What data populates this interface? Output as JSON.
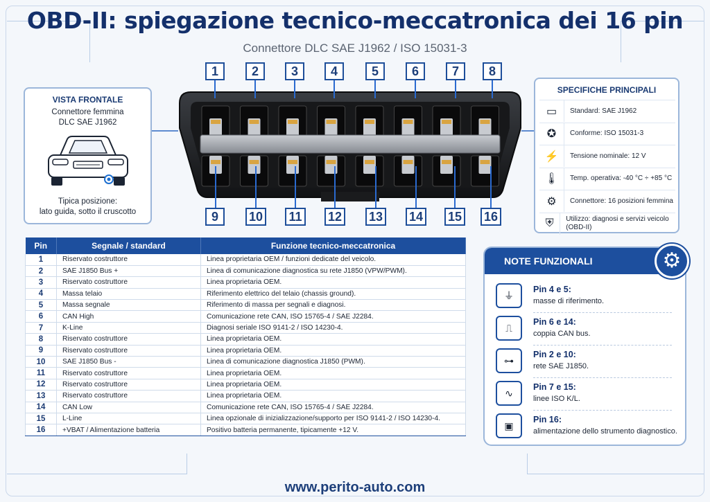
{
  "header": {
    "title": "OBD-II: spiegazione tecnico-meccatronica dei 16 pin",
    "subtitle": "Connettore DLC SAE J1962 / ISO 15031-3"
  },
  "pins_top": [
    "1",
    "2",
    "3",
    "4",
    "5",
    "6",
    "7",
    "8"
  ],
  "pins_bottom": [
    "9",
    "10",
    "11",
    "12",
    "13",
    "14",
    "15",
    "16"
  ],
  "vista": {
    "heading": "VISTA FRONTALE",
    "line1": "Connettore femmina",
    "line2": "DLC SAE J1962",
    "pos1": "Tipica posizione:",
    "pos2": "lato guida, sotto il cruscotto"
  },
  "specs": {
    "heading": "SPECIFICHE PRINCIPALI",
    "rows": [
      {
        "icon": "connector-icon",
        "text": "Standard:  SAE J1962"
      },
      {
        "icon": "certificate-icon",
        "text": "Conforme:  ISO 15031-3"
      },
      {
        "icon": "lightning-icon",
        "text": "Tensione nominale:  12 V"
      },
      {
        "icon": "thermometer-icon",
        "text": "Temp. operativa: -40 °C ÷ +85 °C"
      },
      {
        "icon": "gear-icon",
        "text": "Connettore: 16 posizioni femmina"
      },
      {
        "icon": "shield-check-icon",
        "text": "Utilizzo: diagnosi e servizi veicolo (OBD-II)"
      }
    ]
  },
  "table": {
    "headers": [
      "Pin",
      "Segnale / standard",
      "Funzione tecnico-meccatronica"
    ],
    "rows": [
      [
        "1",
        "Riservato costruttore",
        "Linea proprietaria OEM / funzioni dedicate del veicolo."
      ],
      [
        "2",
        "SAE J1850 Bus +",
        "Linea di comunicazione diagnostica su rete J1850 (VPW/PWM)."
      ],
      [
        "3",
        "Riservato costruttore",
        "Linea proprietaria OEM."
      ],
      [
        "4",
        "Massa telaio",
        "Riferimento elettrico del telaio (chassis ground)."
      ],
      [
        "5",
        "Massa segnale",
        "Riferimento di massa per segnali e diagnosi."
      ],
      [
        "6",
        "CAN High",
        "Comunicazione rete CAN, ISO 15765-4 / SAE J2284."
      ],
      [
        "7",
        "K-Line",
        "Diagnosi seriale ISO 9141-2 / ISO 14230-4."
      ],
      [
        "8",
        "Riservato costruttore",
        "Linea proprietaria OEM."
      ],
      [
        "9",
        "Riservato costruttore",
        "Linea proprietaria OEM."
      ],
      [
        "10",
        "SAE J1850 Bus -",
        "Linea di comunicazione diagnostica J1850 (PWM)."
      ],
      [
        "11",
        "Riservato costruttore",
        "Linea proprietaria OEM."
      ],
      [
        "12",
        "Riservato costruttore",
        "Linea proprietaria OEM."
      ],
      [
        "13",
        "Riservato costruttore",
        "Linea proprietaria OEM."
      ],
      [
        "14",
        "CAN Low",
        "Comunicazione rete CAN, ISO 15765-4 / SAE J2284."
      ],
      [
        "15",
        "L-Line",
        "Linea opzionale di inizializzazione/supporto per ISO 9141-2 / ISO 14230-4."
      ],
      [
        "16",
        "+VBAT / Alimentazione batteria",
        "Positivo batteria permanente, tipicamente +12 V."
      ]
    ]
  },
  "notes": {
    "heading": "NOTE FUNZIONALI",
    "items": [
      {
        "icon": "ground-icon",
        "title": "Pin 4 e 5:",
        "text": "masse di riferimento."
      },
      {
        "icon": "square-wave-icon",
        "title": "Pin 6 e 14:",
        "text": "coppia CAN bus."
      },
      {
        "icon": "network-icon",
        "title": "Pin 2 e 10:",
        "text": "rete SAE J1850."
      },
      {
        "icon": "signal-wave-icon",
        "title": "Pin 7 e 15:",
        "text": "linee ISO K/L."
      },
      {
        "icon": "battery-icon",
        "title": "Pin 16:",
        "text": "alimentazione dello strumento diagnostico."
      }
    ]
  },
  "footer": {
    "url": "www.perito-auto.com"
  }
}
